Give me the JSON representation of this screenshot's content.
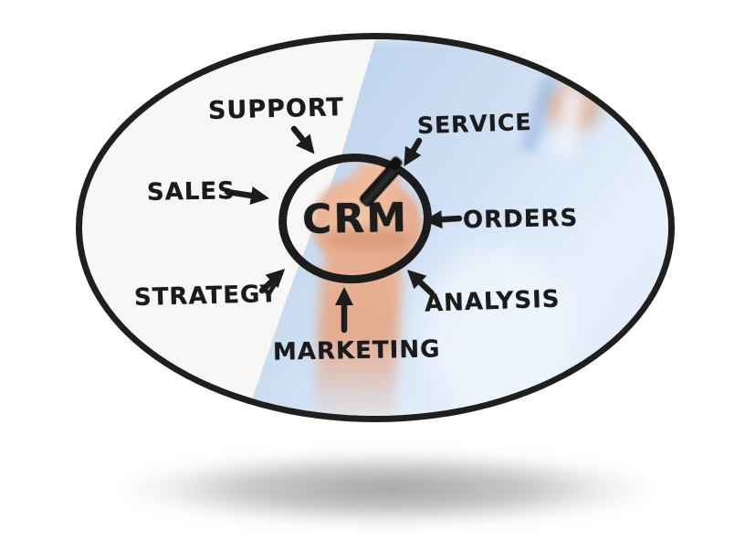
{
  "diagram": {
    "type": "concept-diagram",
    "description": "Hand writing CRM on transparent board, surrounded by related concepts pointing to it",
    "center": {
      "label": "CRM"
    },
    "nodes": [
      {
        "id": "support",
        "label": "SUPPORT",
        "position": "top-left",
        "arrow_direction": "down-right-to-center"
      },
      {
        "id": "service",
        "label": "SERVICE",
        "position": "top-right",
        "arrow_direction": "down-left-to-center"
      },
      {
        "id": "sales",
        "label": "SALES",
        "position": "left",
        "arrow_direction": "right-to-center"
      },
      {
        "id": "orders",
        "label": "ORDERS",
        "position": "right",
        "arrow_direction": "left-to-center"
      },
      {
        "id": "strategy",
        "label": "STRATEGY",
        "position": "bottom-left",
        "arrow_direction": "up-right-to-center"
      },
      {
        "id": "analysis",
        "label": "ANALYSIS",
        "position": "bottom-right",
        "arrow_direction": "up-left-to-center"
      },
      {
        "id": "marketing",
        "label": "MARKETING",
        "position": "bottom",
        "arrow_direction": "up-to-center"
      }
    ],
    "colors": {
      "ink": "#1c1c1c",
      "ellipse_border": "#1f1f1f",
      "board_white": "#f7f7f5",
      "shirt_blue": "#bdd2ec",
      "skin": "#e8b093",
      "page_background": "#ffffff",
      "shadow_gray": "#aaaaaa"
    }
  }
}
